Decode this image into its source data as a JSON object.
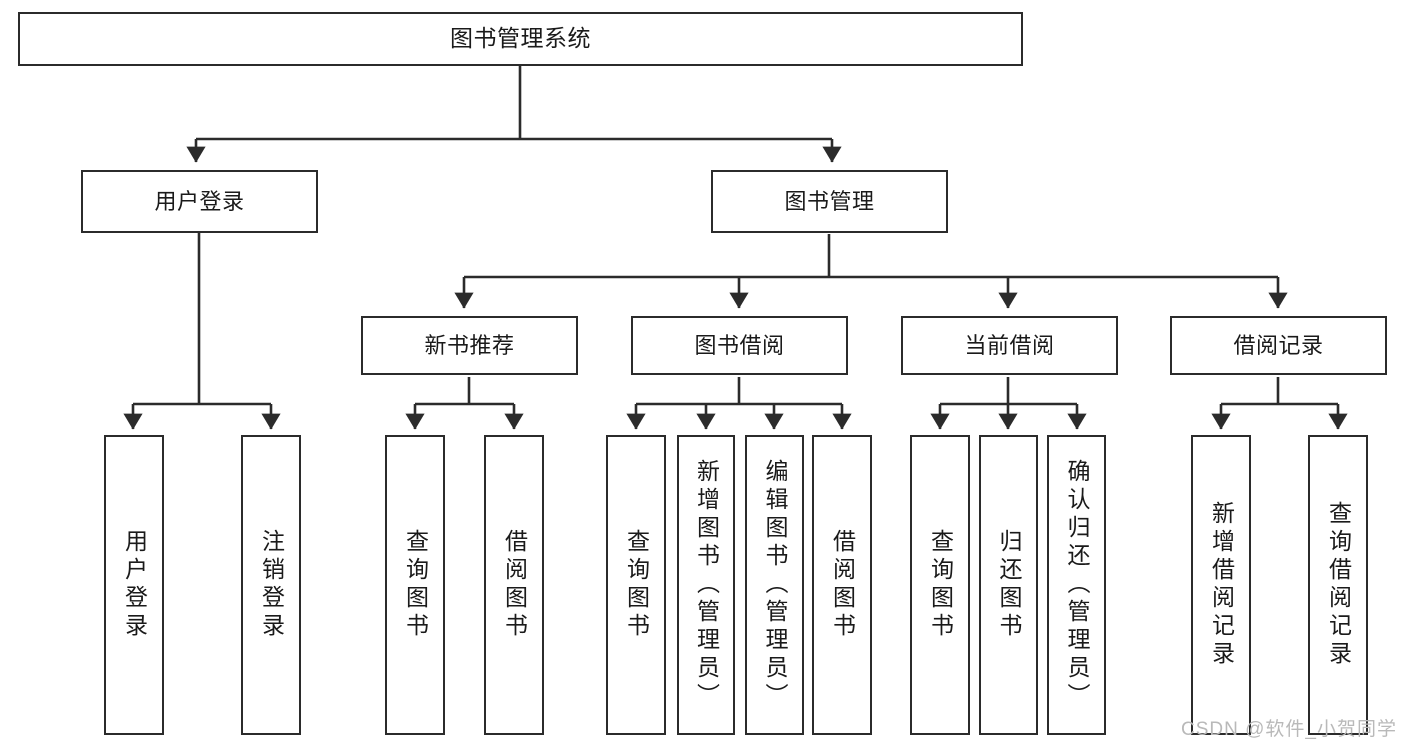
{
  "diagram": {
    "title": "图书管理系统",
    "type": "hierarchy-tree",
    "levels": 4,
    "colors": {
      "box_border": "#2b2b2b",
      "box_fill": "#ffffff",
      "connector": "#2b2b2b",
      "text": "#1a1a1a",
      "watermark": "#b9b9b9"
    }
  },
  "root": {
    "label": "图书管理系统"
  },
  "level2": [
    {
      "label": "用户登录"
    },
    {
      "label": "图书管理"
    }
  ],
  "level3": [
    {
      "label": "新书推荐"
    },
    {
      "label": "图书借阅"
    },
    {
      "label": "当前借阅"
    },
    {
      "label": "借阅记录"
    }
  ],
  "leaves": {
    "user_login": [
      {
        "label": "用户登录"
      },
      {
        "label": "注销登录"
      }
    ],
    "new_book_recommend": [
      {
        "label": "查询图书"
      },
      {
        "label": "借阅图书"
      }
    ],
    "book_borrow": [
      {
        "label": "查询图书"
      },
      {
        "label": "新增图书（管理员）"
      },
      {
        "label": "编辑图书（管理员）"
      },
      {
        "label": "借阅图书"
      }
    ],
    "current_borrow": [
      {
        "label": "查询图书"
      },
      {
        "label": "归还图书"
      },
      {
        "label": "确认归还（管理员）"
      }
    ],
    "borrow_record": [
      {
        "label": "新增借阅记录"
      },
      {
        "label": "查询借阅记录"
      }
    ]
  },
  "watermark": {
    "text": "CSDN @软件_小贺同学"
  }
}
